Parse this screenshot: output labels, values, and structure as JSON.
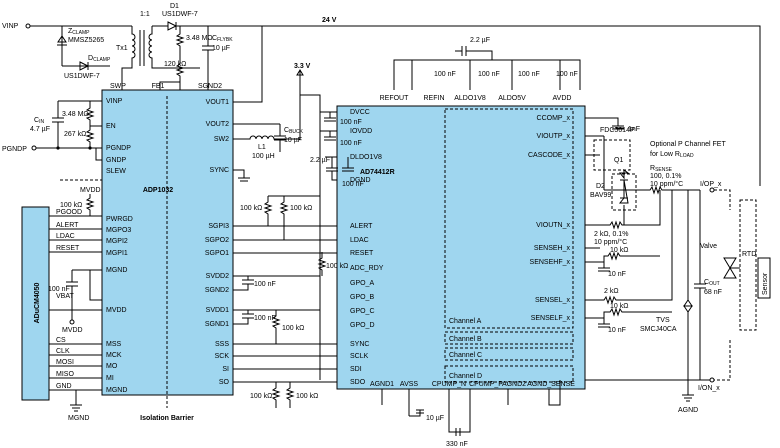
{
  "chips": {
    "adp1032": "ADP1032",
    "ad74412r": "AD74412R",
    "aducm4050": "ADuCM4050"
  },
  "adp_pins_left": [
    "VINP",
    "EN",
    "PGNDP",
    "GNDP",
    "SLEW",
    "PWRGD",
    "MGPO3",
    "MGPI2",
    "MGPI1",
    "MGND",
    "MVDD",
    "MSS",
    "MCK",
    "MO",
    "MI",
    "MGND"
  ],
  "adp_pins_top": [
    "SWP",
    "FB1",
    "SGND2"
  ],
  "adp_pins_right": [
    "VOUT1",
    "VOUT2",
    "SW2",
    "SYNC",
    "SGPI3",
    "SGPO2",
    "SGPO1",
    "SVDD2",
    "SGND2",
    "SVDD1",
    "SGND1",
    "SSS",
    "SCK",
    "SI",
    "SO"
  ],
  "ad_pins_left": [
    "DVCC",
    "IOVDD",
    "DLDO1V8",
    "DGND",
    "ALERT",
    "LDAC",
    "RESET",
    "ADC_RDY",
    "GPO_A",
    "GPO_B",
    "GPO_C",
    "GPO_D",
    "SYNC",
    "SCLK",
    "SDI",
    "SDO"
  ],
  "ad_pins_top": [
    "REFOUT",
    "REFIN",
    "ALDO1V8",
    "ALDO5V",
    "AVDD"
  ],
  "ad_pins_right": [
    "CCOMP_x",
    "VIOUTP_x",
    "CASCODE_x",
    "VIOUTN_x",
    "SENSEH_x",
    "SENSEHF_x",
    "SENSEL_x",
    "SENSELF_x"
  ],
  "ad_pins_bottom": [
    "AGND1",
    "AVSS",
    "CPUMP_N",
    "CPUMP_P",
    "AGND2",
    "AGND_SENSE"
  ],
  "channels": [
    "Channel A",
    "Channel B",
    "Channel C",
    "Channel D"
  ],
  "mcu_signals": [
    "PGOOD",
    "ALERT",
    "LDAC",
    "RESET",
    "VBAT",
    "CS",
    "CLK",
    "MOSI",
    "MISO",
    "GND"
  ],
  "labels": {
    "vinp": "VINP",
    "pgndp": "PGNDP",
    "v24": "24 V",
    "v33": "3.3 V",
    "ratio": "1:1",
    "d1": "D1",
    "d1_part": "US1DWF-7",
    "zclamp": "Z",
    "zclamp_sub": "CLAMP",
    "zclamp_part": "MMSZ5265",
    "tx1": "Tx1",
    "dclamp": "D",
    "dclamp_sub": "CLAMP",
    "dclamp_part": "US1DWF-7",
    "r348m_top": "3.48 MΩ",
    "r120k": "120 kΩ",
    "cflyb": "C",
    "cflyb_sub": "FLYBK",
    "cflyb_val": "10 µF",
    "r348m_left": "3.48 MΩ",
    "r267k": "267 kΩ",
    "cin": "C",
    "cin_sub": "IN",
    "cin_val": "4.7 µF",
    "mvdd_top": "MVDD",
    "r100k_pgood": "100 kΩ",
    "c100nf_mvdd": "100 nF",
    "mvdd_bottom": "MVDD",
    "mgnd_bottom": "MGND",
    "iso_barrier": "Isolation Barrier",
    "l1": "L1",
    "l1_val": "100 µH",
    "cbuck": "C",
    "cbuck_sub": "BUCK",
    "cbuck_val": "10 µF",
    "r100k_a": "100 kΩ",
    "r100k_b": "100 kΩ",
    "r100k_c": "100 kΩ",
    "r100k_d": "100 kΩ",
    "r100k_e": "100 kΩ",
    "r100k_f": "100 kΩ",
    "c100nf_svdd2": "100 nF",
    "c100nf_svdd1": "100 nF",
    "c100nf_dvcc": "100 nF",
    "c100nf_iovdd": "100 nF",
    "c22uf_dldo": "2.2 µF",
    "c100nf_dldo": "100 nF",
    "c22uf_top": "2.2 µF",
    "c100nf_t1": "100 nF",
    "c100nf_t2": "100 nF",
    "c100nf_t3": "100 nF",
    "c100nf_t4": "100 nF",
    "c1nf": "1nF",
    "q1_part": "FDC5614P",
    "q1": "Q1",
    "fet_note1": "Optional P Channel FET",
    "fet_note2": "for Low R",
    "fet_note2_sub": "LOAD",
    "rsense": "R",
    "rsense_sub": "SENSE",
    "rsense_val1": "100, 0.1%",
    "rsense_val2": "10 ppm/°C",
    "d2": "D2",
    "d2_part": "BAV99",
    "r2k_a1": "2 kΩ, 0.1%",
    "r2k_a2": "10 ppm/°C",
    "r10k_a": "10 kΩ",
    "c10nf_a": "10 nF",
    "r2k_b": "2 kΩ",
    "r10k_b": "10 kΩ",
    "c10nf_b": "10 nF",
    "tvs": "TVS",
    "tvs_part": "SMCJ40CA",
    "cout": "C",
    "cout_sub": "OUT",
    "cout_val": "68 nF",
    "iop": "I/OP_x",
    "ion": "I/ON_x",
    "valve": "Valve",
    "rtd": "RTD",
    "sensor": "Sensor",
    "agnd": "AGND",
    "c10uf_bottom": "10 µF",
    "c330nf": "330 nF",
    "mgnd_mcu": "MGND"
  }
}
